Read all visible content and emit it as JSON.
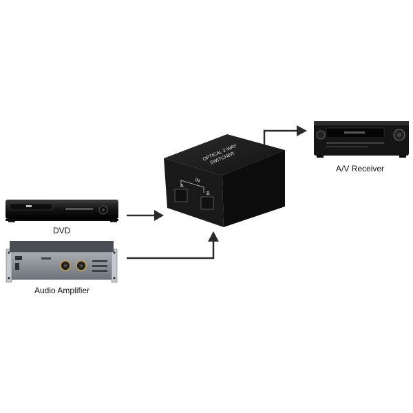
{
  "devices": {
    "dvd": {
      "label": "DVD"
    },
    "amplifier": {
      "label": "Audio Amplifier"
    },
    "receiver": {
      "label": "A/V Receiver"
    },
    "switcher": {
      "title_line1": "OPTICAL 2-WAY",
      "title_line2": "SWITCHER",
      "in_label": "IN",
      "port_a": "A",
      "port_b": "B"
    }
  },
  "colors": {
    "arrow": "#2a2a2a",
    "device_body": "#1c1c1c",
    "amplifier_body": "#8a8f96"
  }
}
